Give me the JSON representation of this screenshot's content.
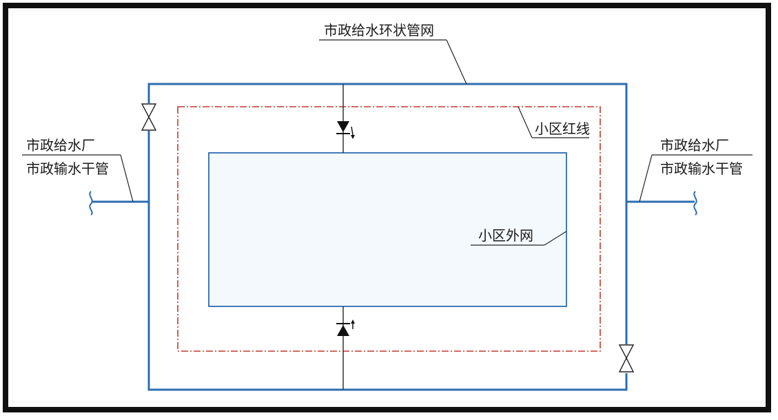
{
  "labels": {
    "ring_main": "市政给水环状管网",
    "red_line": "小区红线",
    "inner_network": "小区外网",
    "left_source_line1": "市政给水厂",
    "left_source_line2": "市政输水干管",
    "right_source_line1": "市政给水厂",
    "right_source_line2": "市政输水干管"
  },
  "colors": {
    "pipe": "#2b6cb0",
    "red_line": "#c0392b",
    "leader": "#222222",
    "frame_outer": "#111111",
    "fill_light": "#f2f8fd"
  },
  "icons": {
    "gate_valve": "gate-valve-icon",
    "check_valve": "check-valve-icon",
    "pipe_end": "pipe-break-icon"
  }
}
